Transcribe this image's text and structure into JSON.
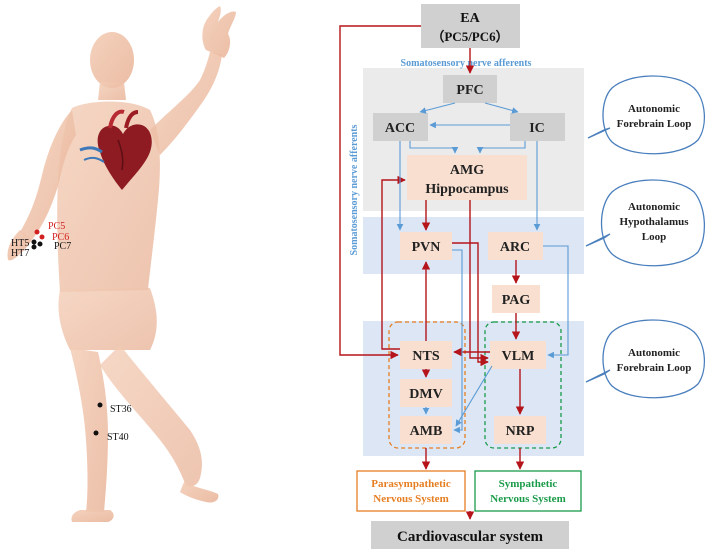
{
  "title": {
    "line1": "EA",
    "line2": "（PC5/PC6）"
  },
  "afferent_top": "Somatosensory nerve afferents",
  "afferent_side": "Somatosensory nerve afferents",
  "nodes": {
    "pfc": "PFC",
    "acc": "ACC",
    "ic": "IC",
    "amg_line1": "AMG",
    "amg_line2": "Hippocampus",
    "pvn": "PVN",
    "arc": "ARC",
    "pag": "PAG",
    "nts": "NTS",
    "vlm": "VLM",
    "dmv": "DMV",
    "amb": "AMB",
    "nrp": "NRP"
  },
  "outputs": {
    "parasympathetic": {
      "line1": "Parasympathetic",
      "line2": "Nervous System"
    },
    "sympathetic": {
      "line1": "Sympathetic",
      "line2": "Nervous System"
    },
    "cardio": "Cardiovascular system"
  },
  "loops": {
    "forebrain_top": {
      "line1": "Autonomic",
      "line2": "Forebrain Loop"
    },
    "hypothalamus": {
      "line1": "Autonomic",
      "line2": "Hypothalamus",
      "line3": "Loop"
    },
    "forebrain_bottom": {
      "line1": "Autonomic",
      "line2": "Forebrain Loop"
    }
  },
  "acupoints": {
    "pc5": "PC5",
    "pc6": "PC6",
    "pc7": "PC7",
    "ht5": "HT5",
    "ht7": "HT7",
    "st36": "ST36",
    "st40": "ST40"
  },
  "colors": {
    "red_arrow": "#b5141b",
    "blue_arrow": "#5b9bd5",
    "node_fill": "#f9dfd0",
    "gray_fill": "#d0d0d0",
    "para_color": "#e67e22",
    "symp_color": "#1a9b4a",
    "top_panel": "#ebebeb",
    "blue_panel": "#dce6f4"
  }
}
